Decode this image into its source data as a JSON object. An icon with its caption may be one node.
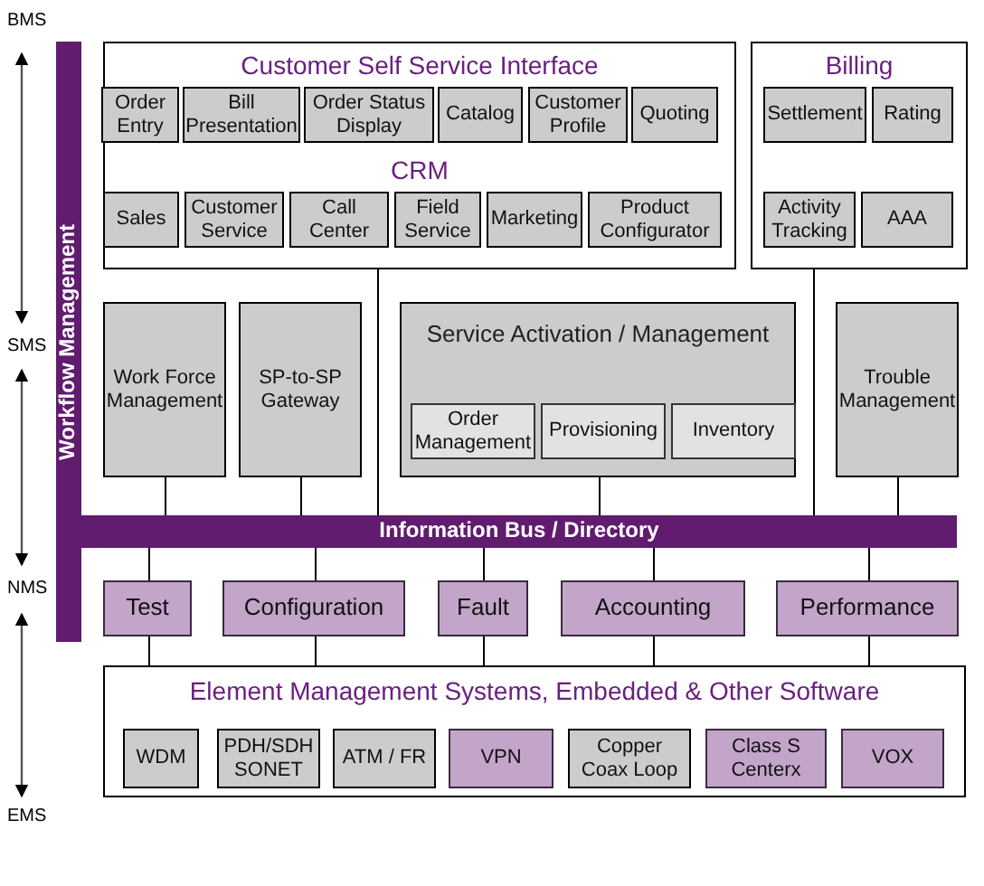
{
  "diagram": {
    "nodes": [
      {
        "text": [
          "Customer Self Service Interface",
          "CRM"
        ]
      },
      {
        "text": [
          "Order Entry"
        ],
        "in": 0
      },
      {
        "text": [
          "Bill Presentation"
        ],
        "in": 0
      },
      {
        "text": [
          "Order Status Display"
        ],
        "in": 0
      },
      {
        "text": [
          "Catalog"
        ],
        "in": 0
      },
      {
        "text": [
          "Customer Profile"
        ],
        "in": 0
      },
      {
        "text": [
          "Quoting"
        ],
        "in": 0
      },
      {
        "text": [
          "Sales"
        ],
        "in": 0
      },
      {
        "text": [
          "Customer Service"
        ],
        "in": 0
      },
      {
        "text": [
          "Call Center"
        ],
        "in": 0
      },
      {
        "text": [
          "Field Service"
        ],
        "in": 0
      },
      {
        "text": [
          "Marketing"
        ],
        "in": 0
      },
      {
        "text": [
          "Product Configurator"
        ],
        "in": 0
      },
      {
        "text": [
          "Billing"
        ]
      },
      {
        "text": [
          "Settlement"
        ],
        "in": 13
      },
      {
        "text": [
          "Rating"
        ],
        "in": 13
      },
      {
        "text": [
          "Activity Tracking"
        ],
        "in": 13
      },
      {
        "text": [
          "AAA"
        ],
        "in": 13
      },
      {
        "text": [
          "Workflow Management"
        ]
      },
      {
        "text": [
          "Work Force Management"
        ]
      },
      {
        "text": [
          "SP-to-SP Gateway"
        ]
      },
      {
        "text": [
          "Service Activation / Management"
        ]
      },
      {
        "text": [
          "Order Management"
        ],
        "in": 21
      },
      {
        "text": [
          "Provisioning"
        ],
        "in": 21
      },
      {
        "text": [
          "Inventory"
        ],
        "in": 21
      },
      {
        "text": [
          "Trouble Management"
        ]
      },
      {
        "text": [
          "Information Bus / Directory"
        ]
      },
      {
        "text": [
          "Test"
        ]
      },
      {
        "text": [
          "Configuration"
        ]
      },
      {
        "text": [
          "Fault"
        ]
      },
      {
        "text": [
          "Accounting"
        ]
      },
      {
        "text": [
          "Performance"
        ]
      },
      {
        "text": [
          "Element Management Systems, Embedded & Other Software"
        ]
      },
      {
        "text": [
          "WDM"
        ],
        "in": 32
      },
      {
        "text": [
          "PDH/SDH SONET"
        ],
        "in": 32
      },
      {
        "text": [
          "ATM / FR"
        ],
        "in": 32
      },
      {
        "text": [
          "VPN"
        ],
        "in": 32
      },
      {
        "text": [
          "Copper Coax Loop"
        ],
        "in": 32
      },
      {
        "text": [
          "Class S Centerx"
        ],
        "in": 32
      },
      {
        "text": [
          "VOX"
        ],
        "in": 32
      }
    ],
    "edges": [
      {
        "from": 0,
        "to": 26,
        "arrow": "none"
      },
      {
        "from": 13,
        "to": 26,
        "arrow": "none"
      },
      {
        "from": 19,
        "to": 26,
        "arrow": "none"
      },
      {
        "from": 20,
        "to": 26,
        "arrow": "none"
      },
      {
        "from": 21,
        "to": 26,
        "arrow": "none"
      },
      {
        "from": 25,
        "to": 26,
        "arrow": "none"
      },
      {
        "from": 26,
        "to": 27,
        "arrow": "none"
      },
      {
        "from": 26,
        "to": 28,
        "arrow": "none"
      },
      {
        "from": 26,
        "to": 29,
        "arrow": "none"
      },
      {
        "from": 26,
        "to": 30,
        "arrow": "none"
      },
      {
        "from": 26,
        "to": 31,
        "arrow": "none"
      },
      {
        "from": 27,
        "to": 32,
        "arrow": "none"
      },
      {
        "from": 28,
        "to": 32,
        "arrow": "none"
      },
      {
        "from": 29,
        "to": 32,
        "arrow": "none"
      },
      {
        "from": 30,
        "to": 32,
        "arrow": "none"
      },
      {
        "from": 31,
        "to": 32,
        "arrow": "none"
      }
    ],
    "labels": [
      "BMS",
      "SMS",
      "NMS",
      "EMS"
    ]
  }
}
